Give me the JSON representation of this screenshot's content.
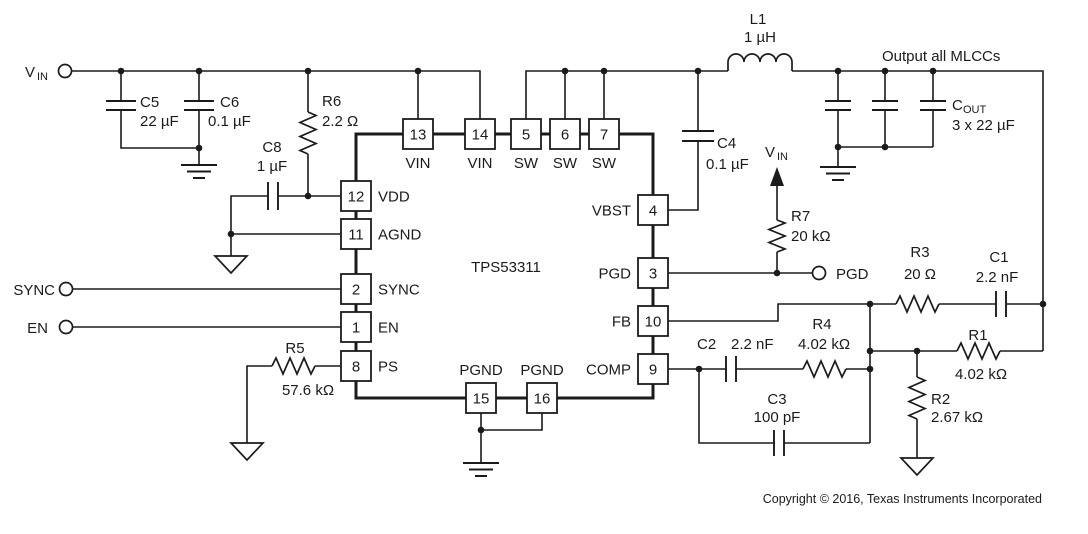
{
  "schematic": {
    "ic": {
      "part_number": "TPS53311",
      "pins": {
        "top": [
          {
            "num": "13",
            "name": "VIN"
          },
          {
            "num": "14",
            "name": "VIN"
          },
          {
            "num": "5",
            "name": "SW"
          },
          {
            "num": "6",
            "name": "SW"
          },
          {
            "num": "7",
            "name": "SW"
          }
        ],
        "left": [
          {
            "num": "12",
            "name": "VDD"
          },
          {
            "num": "11",
            "name": "AGND"
          },
          {
            "num": "2",
            "name": "SYNC"
          },
          {
            "num": "1",
            "name": "EN"
          },
          {
            "num": "8",
            "name": "PS"
          }
        ],
        "right": [
          {
            "num": "4",
            "name": "VBST"
          },
          {
            "num": "3",
            "name": "PGD"
          },
          {
            "num": "10",
            "name": "FB"
          },
          {
            "num": "9",
            "name": "COMP"
          }
        ],
        "bottom": [
          {
            "num": "15",
            "name": "PGND"
          },
          {
            "num": "16",
            "name": "PGND"
          }
        ]
      }
    },
    "terminals": {
      "vin": {
        "base": "V",
        "sub": "IN"
      },
      "sync": "SYNC",
      "en": "EN",
      "pgd": "PGD"
    },
    "components": {
      "c5": {
        "ref": "C5",
        "value": "22 µF"
      },
      "c6": {
        "ref": "C6",
        "value": "0.1 µF"
      },
      "r6": {
        "ref": "R6",
        "value": "2.2 Ω"
      },
      "c8": {
        "ref": "C8",
        "value": "1 µF"
      },
      "l1": {
        "ref": "L1",
        "value": "1 µH"
      },
      "c4": {
        "ref": "C4",
        "value": "0.1 µF"
      },
      "r7": {
        "ref": "R7",
        "value": "20 kΩ"
      },
      "cout": {
        "ref_base": "C",
        "ref_sub": "OUT",
        "value": "3 x 22 µF"
      },
      "r3": {
        "ref": "R3",
        "value": "20 Ω"
      },
      "c1": {
        "ref": "C1",
        "value": "2.2 nF"
      },
      "r4": {
        "ref": "R4",
        "value": "4.02 kΩ"
      },
      "c2": {
        "ref": "C2",
        "value": "2.2 nF"
      },
      "c3": {
        "ref": "C3",
        "value": "100 pF"
      },
      "r1": {
        "ref": "R1",
        "value": "4.02 kΩ"
      },
      "r2": {
        "ref": "R2",
        "value": "2.67 kΩ"
      },
      "r5": {
        "ref": "R5",
        "value": "57.6 kΩ"
      }
    },
    "annotations": {
      "vin_pullup": {
        "base": "V",
        "sub": "IN"
      },
      "output_note": "Output all MLCCs",
      "copyright": "Copyright © 2016, Texas Instruments Incorporated"
    }
  }
}
